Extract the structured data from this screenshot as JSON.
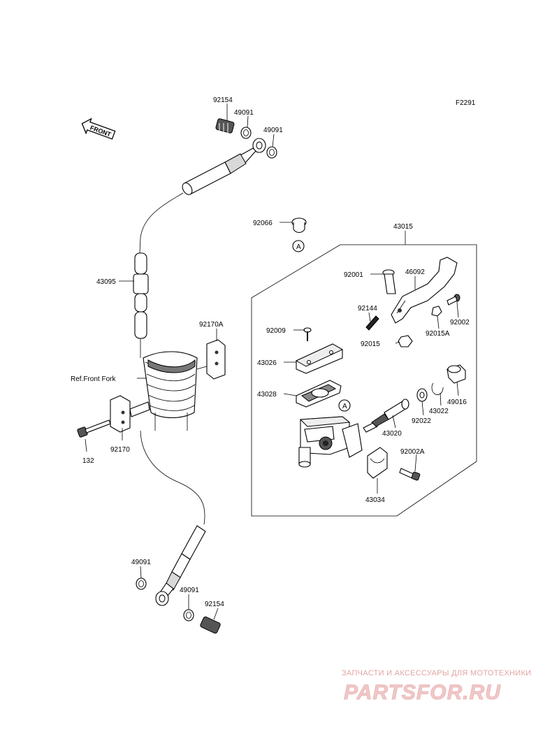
{
  "diagram_code": "F2291",
  "front_label": "FRONT",
  "ref_label": "Ref.Front Fork",
  "marker_letter": "A",
  "parts": {
    "p92154_top": "92154",
    "p49091_a": "49091",
    "p49091_b": "49091",
    "p43095": "43095",
    "p92170A": "92170A",
    "p132": "132",
    "p92170": "92170",
    "p49091_c": "49091",
    "p49091_d": "49091",
    "p92154_bottom": "92154",
    "p92066": "92066",
    "p43015": "43015",
    "p92001": "92001",
    "p46092": "46092",
    "p92144": "92144",
    "p92002": "92002",
    "p92015A": "92015A",
    "p92015": "92015",
    "p92009": "92009",
    "p43026": "43026",
    "p43028": "43028",
    "p43020": "43020",
    "p92022": "92022",
    "p43022": "43022",
    "p49016": "49016",
    "p92002A": "92002A",
    "p43034": "43034"
  },
  "watermark": {
    "line1": "ЗАПЧАСТИ И АКСЕССУАРЫ ДЛЯ МОТОТЕХНИКИ",
    "line2": "PARTSFOR.RU"
  }
}
